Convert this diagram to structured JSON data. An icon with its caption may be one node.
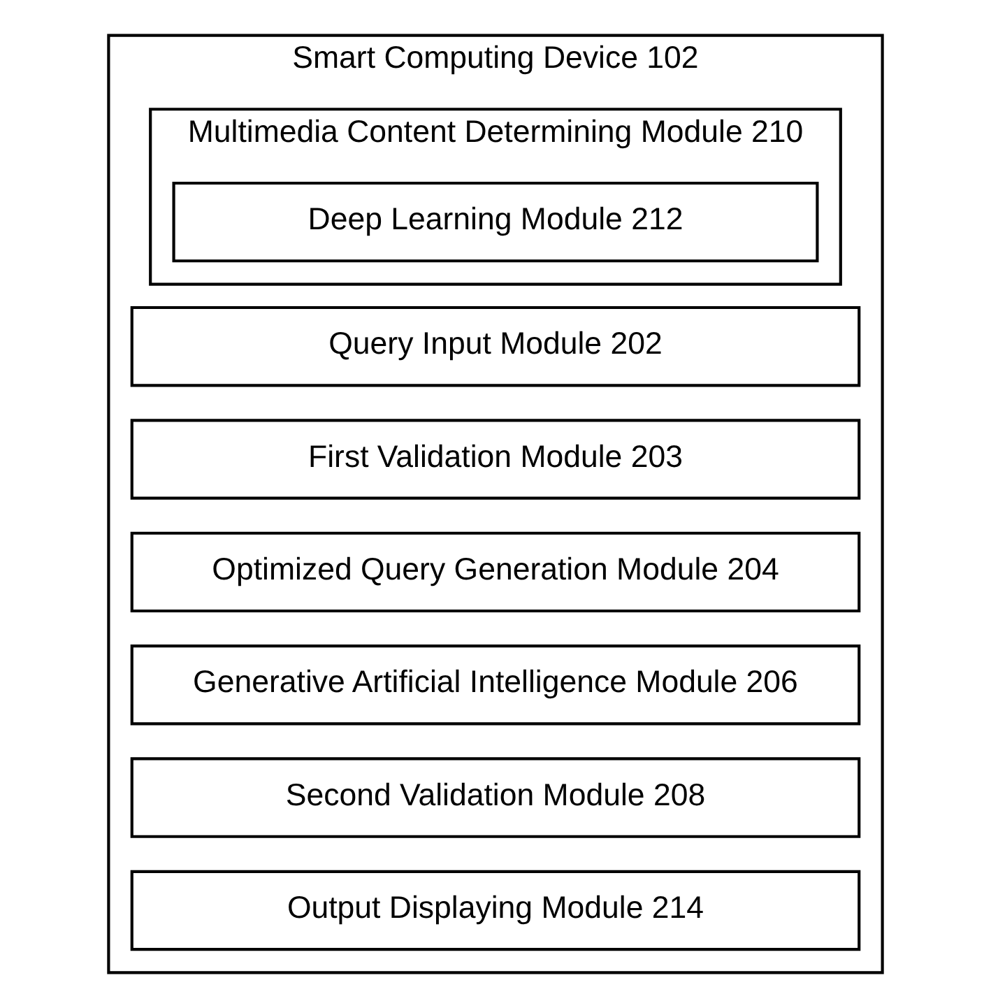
{
  "diagram": {
    "nodes": [
      {
        "text": [
          "Smart Computing Device 102"
        ]
      },
      {
        "text": [
          "Query Input Module 202"
        ],
        "in": 0
      },
      {
        "text": [
          "First Validation Module 203"
        ],
        "in": 0
      },
      {
        "text": [
          "Optimized Query Generation Module 204"
        ],
        "in": 0
      },
      {
        "text": [
          "Generative Artificial Intelligence Module 206"
        ],
        "in": 0
      },
      {
        "text": [
          "Second Validation Module 208"
        ],
        "in": 0
      },
      {
        "text": [
          "Multimedia Content Determining Module 210"
        ],
        "in": 0
      },
      {
        "text": [
          "Deep Learning Module 212"
        ],
        "in": 6
      },
      {
        "text": [
          "Output Displaying Module 214"
        ],
        "in": 0
      }
    ]
  }
}
